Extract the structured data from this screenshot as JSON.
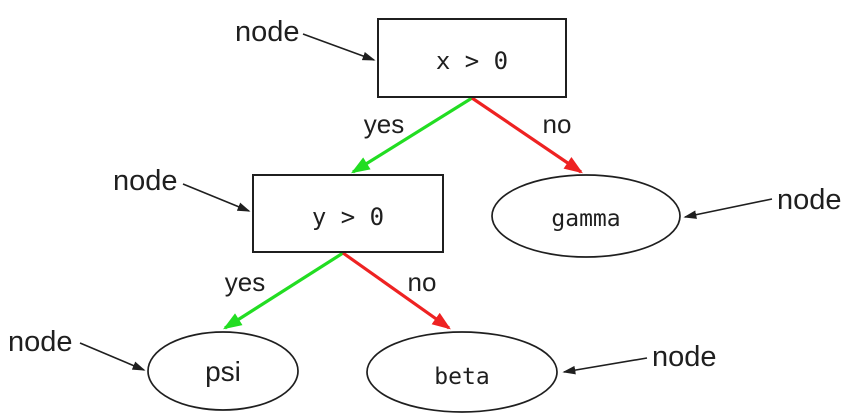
{
  "diagram": {
    "type": "decision-tree",
    "nodes": {
      "root": {
        "label": "x > 0",
        "shape": "box"
      },
      "branch": {
        "label": "y > 0",
        "shape": "box"
      },
      "gamma": {
        "label": "gamma",
        "shape": "ellipse"
      },
      "psi": {
        "label": "psi",
        "shape": "ellipse"
      },
      "beta": {
        "label": "beta",
        "shape": "ellipse"
      }
    },
    "edges": {
      "root_yes": {
        "from": "x > 0",
        "to": "y > 0",
        "label": "yes",
        "color": "#22dd22"
      },
      "root_no": {
        "from": "x > 0",
        "to": "gamma",
        "label": "no",
        "color": "#ee2222"
      },
      "branch_yes": {
        "from": "y > 0",
        "to": "psi",
        "label": "yes",
        "color": "#22dd22"
      },
      "branch_no": {
        "from": "y > 0",
        "to": "beta",
        "label": "no",
        "color": "#ee2222"
      }
    },
    "annotation_label": "node",
    "colors": {
      "yes_edge": "#22dd22",
      "no_edge": "#ee2222",
      "outline": "#1f1f1f",
      "background": "#ffffff"
    }
  }
}
